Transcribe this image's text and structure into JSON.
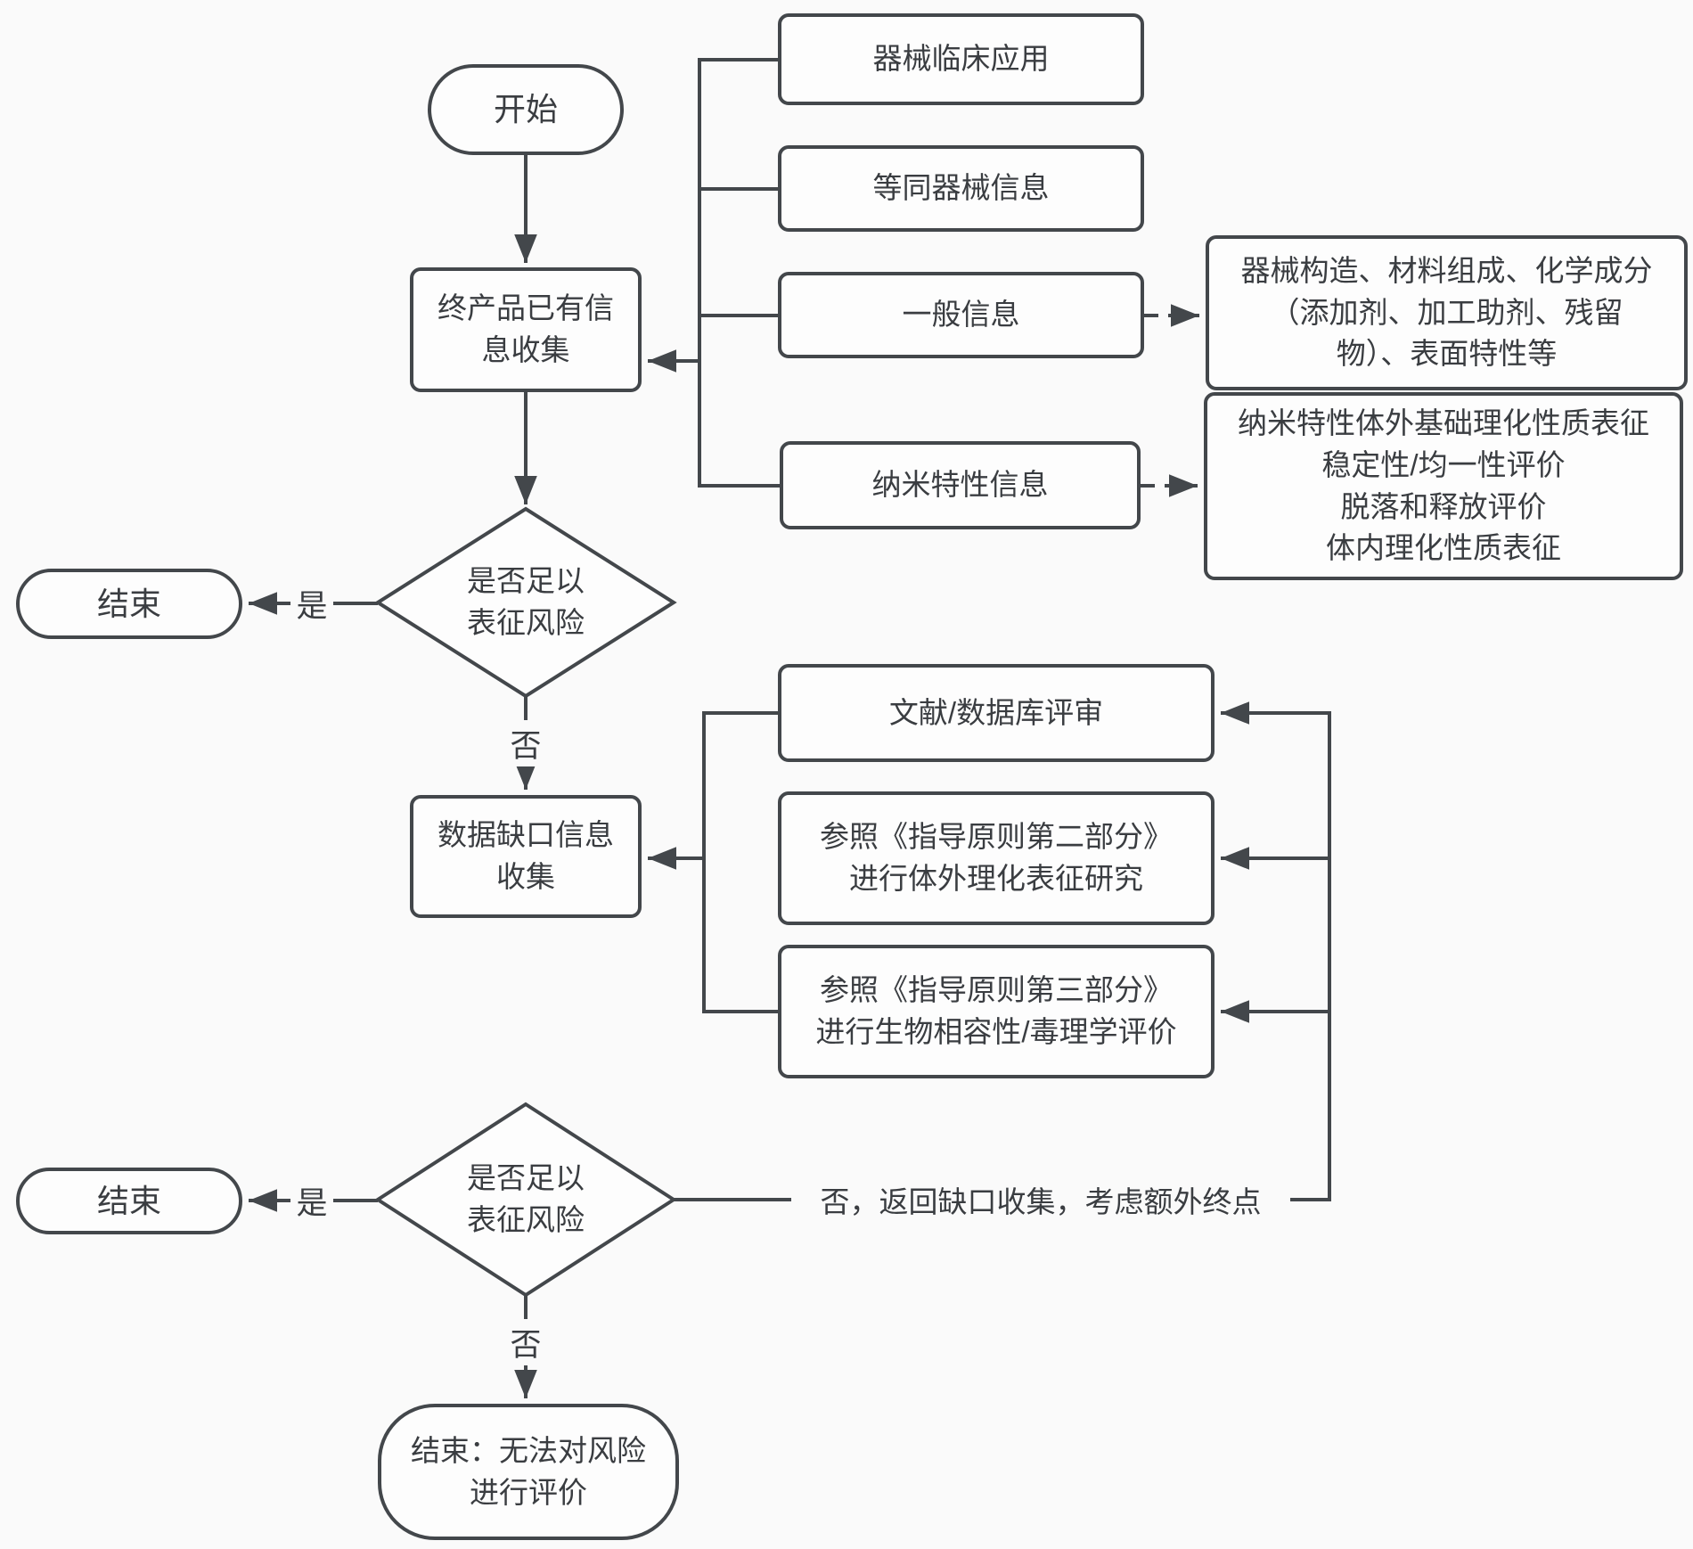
{
  "page": {
    "background": "#fafafa",
    "line_color": "#43474b",
    "text_color": "#3a3d41",
    "node_fill": "#fdfdfd"
  },
  "nodes": {
    "start": {
      "label": "开始"
    },
    "end_product_info": {
      "label": "终产品已有信\n息收集"
    },
    "device_clinical": {
      "label": "器械临床应用"
    },
    "equivalent_device": {
      "label": "等同器械信息"
    },
    "general_info": {
      "label": "一般信息"
    },
    "nano_property_info": {
      "label": "纳米特性信息"
    },
    "device_construction_detail": {
      "label": "器械构造、材料组成、化学成分\n（添加剂、加工助剂、残留\n物）、表面特性等"
    },
    "nano_characterization_detail": {
      "label": "纳米特性体外基础理化性质表征\n稳定性/均一性评价\n脱落和释放评价\n体内理化性质表征"
    },
    "decision_risk_1": {
      "label": "是否足以\n表征风险"
    },
    "end_1": {
      "label": "结束"
    },
    "data_gap_info": {
      "label": "数据缺口信息\n收集"
    },
    "literature_review": {
      "label": "文献/数据库评审"
    },
    "guideline_part2": {
      "label": "参照《指导原则第二部分》\n进行体外理化表征研究"
    },
    "guideline_part3": {
      "label": "参照《指导原则第三部分》\n进行生物相容性/毒理学评价"
    },
    "decision_risk_2": {
      "label": "是否足以\n表征风险"
    },
    "end_2": {
      "label": "结束"
    },
    "end_final": {
      "label": "结束：无法对风险\n进行评价"
    }
  },
  "edge_labels": {
    "yes_1": "是",
    "no_1": "否",
    "yes_2": "是",
    "no_2": "否",
    "return_note": "否，返回缺口收集，考虑额外终点"
  }
}
